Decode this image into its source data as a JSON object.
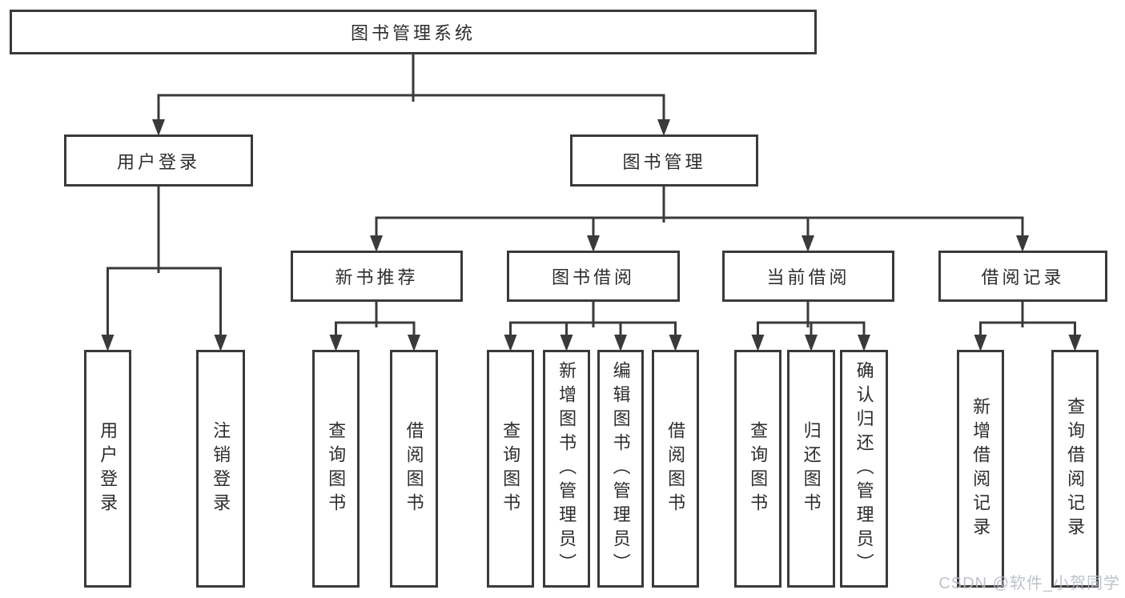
{
  "tree": {
    "root": {
      "label": "图书管理系统"
    },
    "branches": [
      {
        "label": "用户登录",
        "children": [
          {
            "label": "用户登录"
          },
          {
            "label": "注销登录"
          }
        ]
      },
      {
        "label": "图书管理",
        "children": [
          {
            "label": "新书推荐",
            "children": [
              {
                "label": "查询图书"
              },
              {
                "label": "借阅图书"
              }
            ]
          },
          {
            "label": "图书借阅",
            "children": [
              {
                "label": "查询图书"
              },
              {
                "label": "新增图书（管理员）"
              },
              {
                "label": "编辑图书（管理员）"
              },
              {
                "label": "借阅图书"
              }
            ]
          },
          {
            "label": "当前借阅",
            "children": [
              {
                "label": "查询图书"
              },
              {
                "label": "归还图书"
              },
              {
                "label": "确认归还（管理员）"
              }
            ]
          },
          {
            "label": "借阅记录",
            "children": [
              {
                "label": "新增借阅记录"
              },
              {
                "label": "查询借阅记录"
              }
            ]
          }
        ]
      }
    ]
  },
  "watermark": "CSDN @软件_小贺同学",
  "colors": {
    "line": "#3a3a3a",
    "box_border": "#3a3a3a",
    "box_background": "#ffffff",
    "text": "#2d2d2d",
    "watermark": "#b7bcc4",
    "background": "#ffffff"
  }
}
